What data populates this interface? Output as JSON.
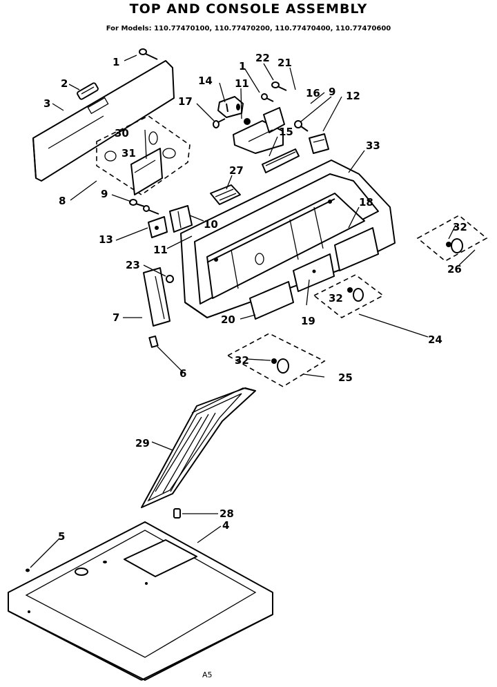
{
  "title": "TOP AND CONSOLE ASSEMBLY",
  "models_line": "For Models: 110.77470100, 110.77470200, 110.77470400, 110.77470600",
  "page_code": "A5",
  "callouts": {
    "c1a": "1",
    "c2": "2",
    "c3": "3",
    "c8": "8",
    "c30": "30",
    "c31": "31",
    "c14": "14",
    "c17": "17",
    "c1b": "1",
    "c22": "22",
    "c21": "21",
    "c11a": "11",
    "c16": "16",
    "c9a": "9",
    "c12": "12",
    "c15": "15",
    "c33": "33",
    "c27": "27",
    "c9b": "9",
    "c10": "10",
    "c18": "18",
    "c11b": "11",
    "c13": "13",
    "c32a": "32",
    "c26": "26",
    "c23": "23",
    "c7": "7",
    "c32b": "32",
    "c20": "20",
    "c19": "19",
    "c24": "24",
    "c6": "6",
    "c32c": "32",
    "c25": "25",
    "c29": "29",
    "c28": "28",
    "c5": "5",
    "c4": "4"
  }
}
